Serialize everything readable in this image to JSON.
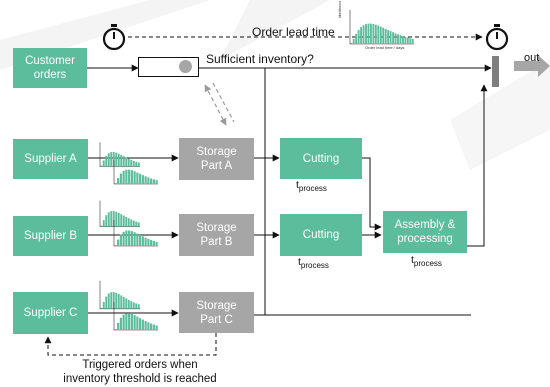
{
  "customer_orders": "Customer\norders",
  "order_lead_time": "Order lead time",
  "sufficient_inventory": "Sufficient inventory?",
  "out_label": "out",
  "suppliers": [
    "Supplier A",
    "Supplier B",
    "Supplier C"
  ],
  "storages": [
    "Storage\nPart A",
    "Storage\nPart B",
    "Storage\nPart C"
  ],
  "cutting": [
    "Cutting",
    "Cutting"
  ],
  "assembly": "Assembly &\nprocessing",
  "t_main": "t",
  "t_sub": "process",
  "triggered_note": "Triggered orders when\ninventory threshold is reached",
  "mini_hist_labels": {
    "y": "likelihood",
    "x": "Order lead time / days"
  },
  "colors": {
    "process_box": "#5bbd9b",
    "storage_box": "#a6a6a6",
    "histogram": "#5bbd9b",
    "arrow": "#111111",
    "out_arrow": "#a6a6a6"
  },
  "icons": [
    "stopwatch-icon",
    "stopwatch-icon",
    "histogram-icon",
    "dashed-double-arrow-icon",
    "inventory-buffer-icon",
    "out-arrow-icon"
  ]
}
